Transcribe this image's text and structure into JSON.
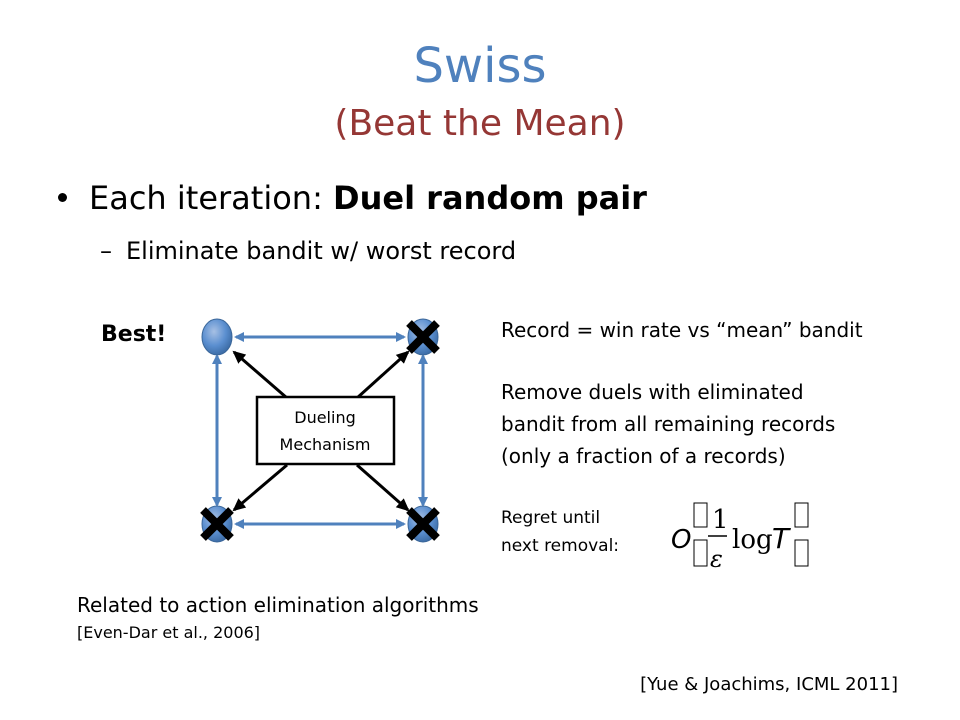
{
  "slide": {
    "title": "Swiss",
    "subtitle": "(Beat the Mean)",
    "bullet": {
      "prefix": "Each iteration: ",
      "bold": "Duel random pair"
    },
    "sub_bullet": {
      "dash": "–",
      "text": "Eliminate bandit w/ worst record"
    },
    "diagram": {
      "best_label": "Best!",
      "center_box": [
        "Dueling",
        "Mechanism"
      ]
    },
    "notes": {
      "record": "Record = win rate vs “mean” bandit",
      "remove": [
        "Remove duels with eliminated",
        "bandit from all remaining records",
        "(only a fraction of a records)"
      ],
      "regret": [
        "Regret until",
        "next removal:"
      ]
    },
    "formula": {
      "O": "O",
      "num": "1",
      "den": "ε",
      "log": "log",
      "T": "T"
    },
    "related": "Related to action elimination algorithms",
    "related_cite": "[Even-Dar et al., 2006]",
    "footer_cite": "[Yue & Joachims, ICML 2011]",
    "colors": {
      "title": "#4f81bd",
      "subtitle": "#953735",
      "node": "#4f81bd",
      "arrow_blue": "#4f81bd",
      "cross": "#000000"
    }
  }
}
